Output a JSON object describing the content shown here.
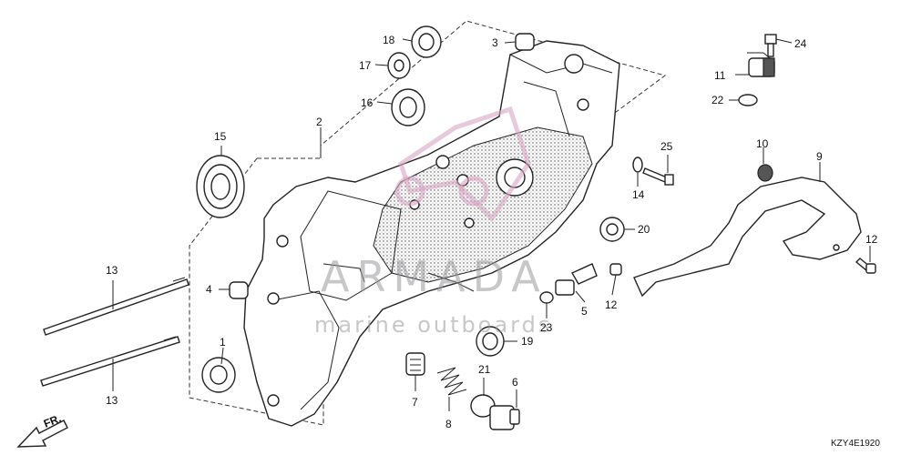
{
  "diagram": {
    "callouts": {
      "p1": "1",
      "p2": "2",
      "p3": "3",
      "p4": "4",
      "p5": "5",
      "p6": "6",
      "p7": "7",
      "p8": "8",
      "p9": "9",
      "p10": "10",
      "p11": "11",
      "p12a": "12",
      "p12b": "12",
      "p13a": "13",
      "p13b": "13",
      "p14": "14",
      "p15": "15",
      "p16": "16",
      "p17": "17",
      "p18": "18",
      "p19": "19",
      "p20": "20",
      "p21": "21",
      "p22": "22",
      "p23": "23",
      "p24": "24",
      "p25": "25"
    },
    "front_label": "FR.",
    "figure_code": "KZY4E1920"
  },
  "watermark": {
    "brand": "ARMADA",
    "tagline": "marine outboards"
  }
}
